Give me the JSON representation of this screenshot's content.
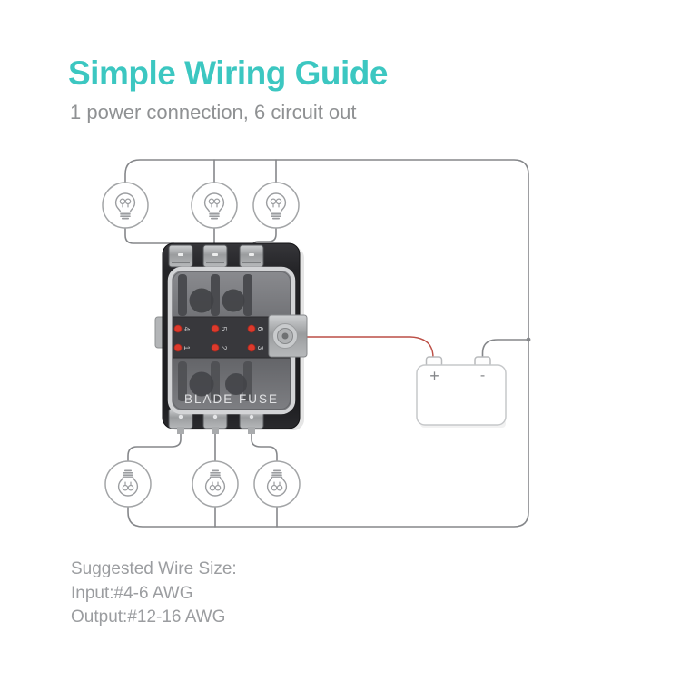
{
  "header": {
    "title": "Simple Wiring Guide",
    "subtitle": "1 power connection, 6 circuit out"
  },
  "diagram": {
    "fuse_box": {
      "label": "BLADE FUSE",
      "top_row_circuits": [
        "4",
        "5",
        "6"
      ],
      "bottom_row_circuits": [
        "1",
        "2",
        "3"
      ],
      "led_count": 6
    },
    "battery": {
      "positive_label": "+",
      "negative_label": "-"
    },
    "bulbs": {
      "top_count": 3,
      "bottom_count": 3
    },
    "icons": {
      "bulb": "light-bulb-icon",
      "battery": "battery-icon"
    }
  },
  "footer": {
    "lines": [
      "Suggested Wire Size:",
      "Input:#4-6 AWG",
      "Output:#12-16 AWG"
    ]
  },
  "colors": {
    "accent_teal": "#3cc7c1",
    "subtitle_gray": "#8f9193",
    "footer_gray": "#9b9da0",
    "wire_gray": "#85878a",
    "power_wire_red": "#bc4f46",
    "led_red": "#dd3a2c",
    "fuse_box_black": "#202023"
  }
}
